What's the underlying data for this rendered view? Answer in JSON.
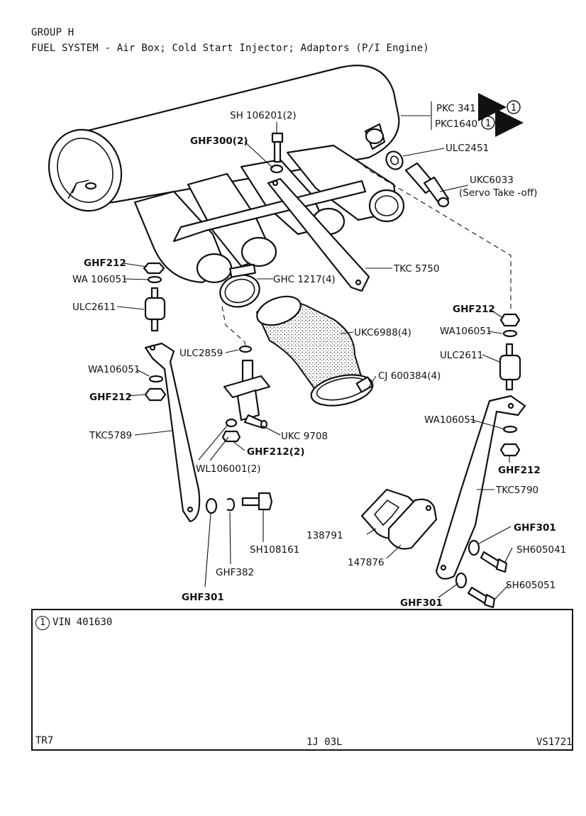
{
  "header": {
    "group": "GROUP H",
    "title": "FUEL SYSTEM - Air Box; Cold Start Injector; Adaptors (P/I Engine)"
  },
  "parts": {
    "sh106201": "SH 106201(2)",
    "ghf300": "GHF300(2)",
    "pkc341": "PKC 341",
    "pkc1640": "PKC1640",
    "circle_ref": "1",
    "ulc2451": "ULC2451",
    "ukc6033": "UKC6033",
    "servo": "(Servo Take -off)",
    "ghf212_a": "GHF212",
    "wa106051_a": "WA 106051",
    "ulc2611_a": "ULC2611",
    "ghc1217": "GHC 1217(4)",
    "tkc5750": "TKC 5750",
    "ukc6988": "UKC6988(4)",
    "ulc2859": "ULC2859",
    "cj600384": "CJ 600384(4)",
    "wa106051_b": "WA106051",
    "ghf212_b": "GHF212",
    "tkc5789": "TKC5789",
    "ukc9708": "UKC 9708",
    "ghf212_2": "GHF212(2)",
    "wl106001": "WL106001(2)",
    "ghf212_c": "GHF212",
    "wa106051_c": "WA106051",
    "ulc2611_b": "ULC2611",
    "wa106051_d": "WA106051",
    "ghf212_d": "GHF212",
    "tkc5790": "TKC5790",
    "p138791": "138791",
    "p147876": "147876",
    "ghf301_a": "GHF301",
    "sh605041": "SH605041",
    "sh605051": "SH605051",
    "ghf301_b": "GHF301",
    "sh108161": "SH108161",
    "ghf382": "GHF382",
    "ghf301_c": "GHF301"
  },
  "notes": {
    "circle": "1",
    "vin": "VIN 401630"
  },
  "footer": {
    "model": "TR7",
    "page": "1J 03L",
    "ref": "VS1721"
  }
}
